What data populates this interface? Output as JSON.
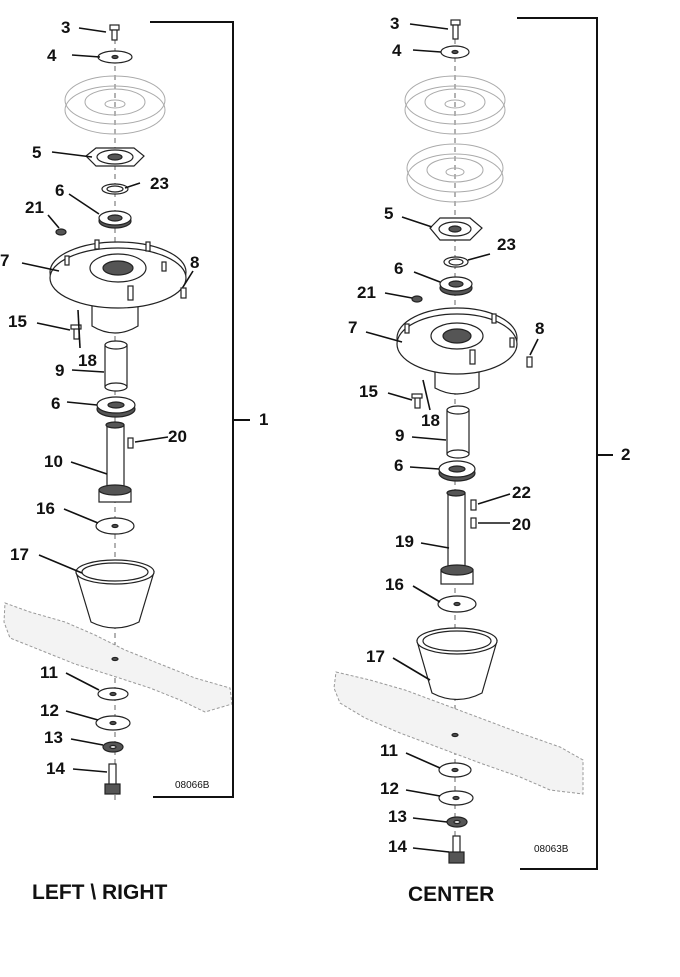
{
  "left_assembly": {
    "caption": "LEFT \\ RIGHT",
    "code": "08066B",
    "bracket_label": "1",
    "callouts": [
      "3",
      "4",
      "5",
      "23",
      "6",
      "21",
      "7",
      "8",
      "15",
      "18",
      "9",
      "6",
      "20",
      "10",
      "16",
      "17",
      "11",
      "12",
      "13",
      "14"
    ]
  },
  "center_assembly": {
    "caption": "CENTER",
    "code": "08063B",
    "bracket_label": "2",
    "callouts": [
      "3",
      "4",
      "5",
      "23",
      "6",
      "21",
      "7",
      "8",
      "15",
      "18",
      "9",
      "6",
      "22",
      "20",
      "19",
      "16",
      "17",
      "11",
      "12",
      "13",
      "14"
    ]
  }
}
